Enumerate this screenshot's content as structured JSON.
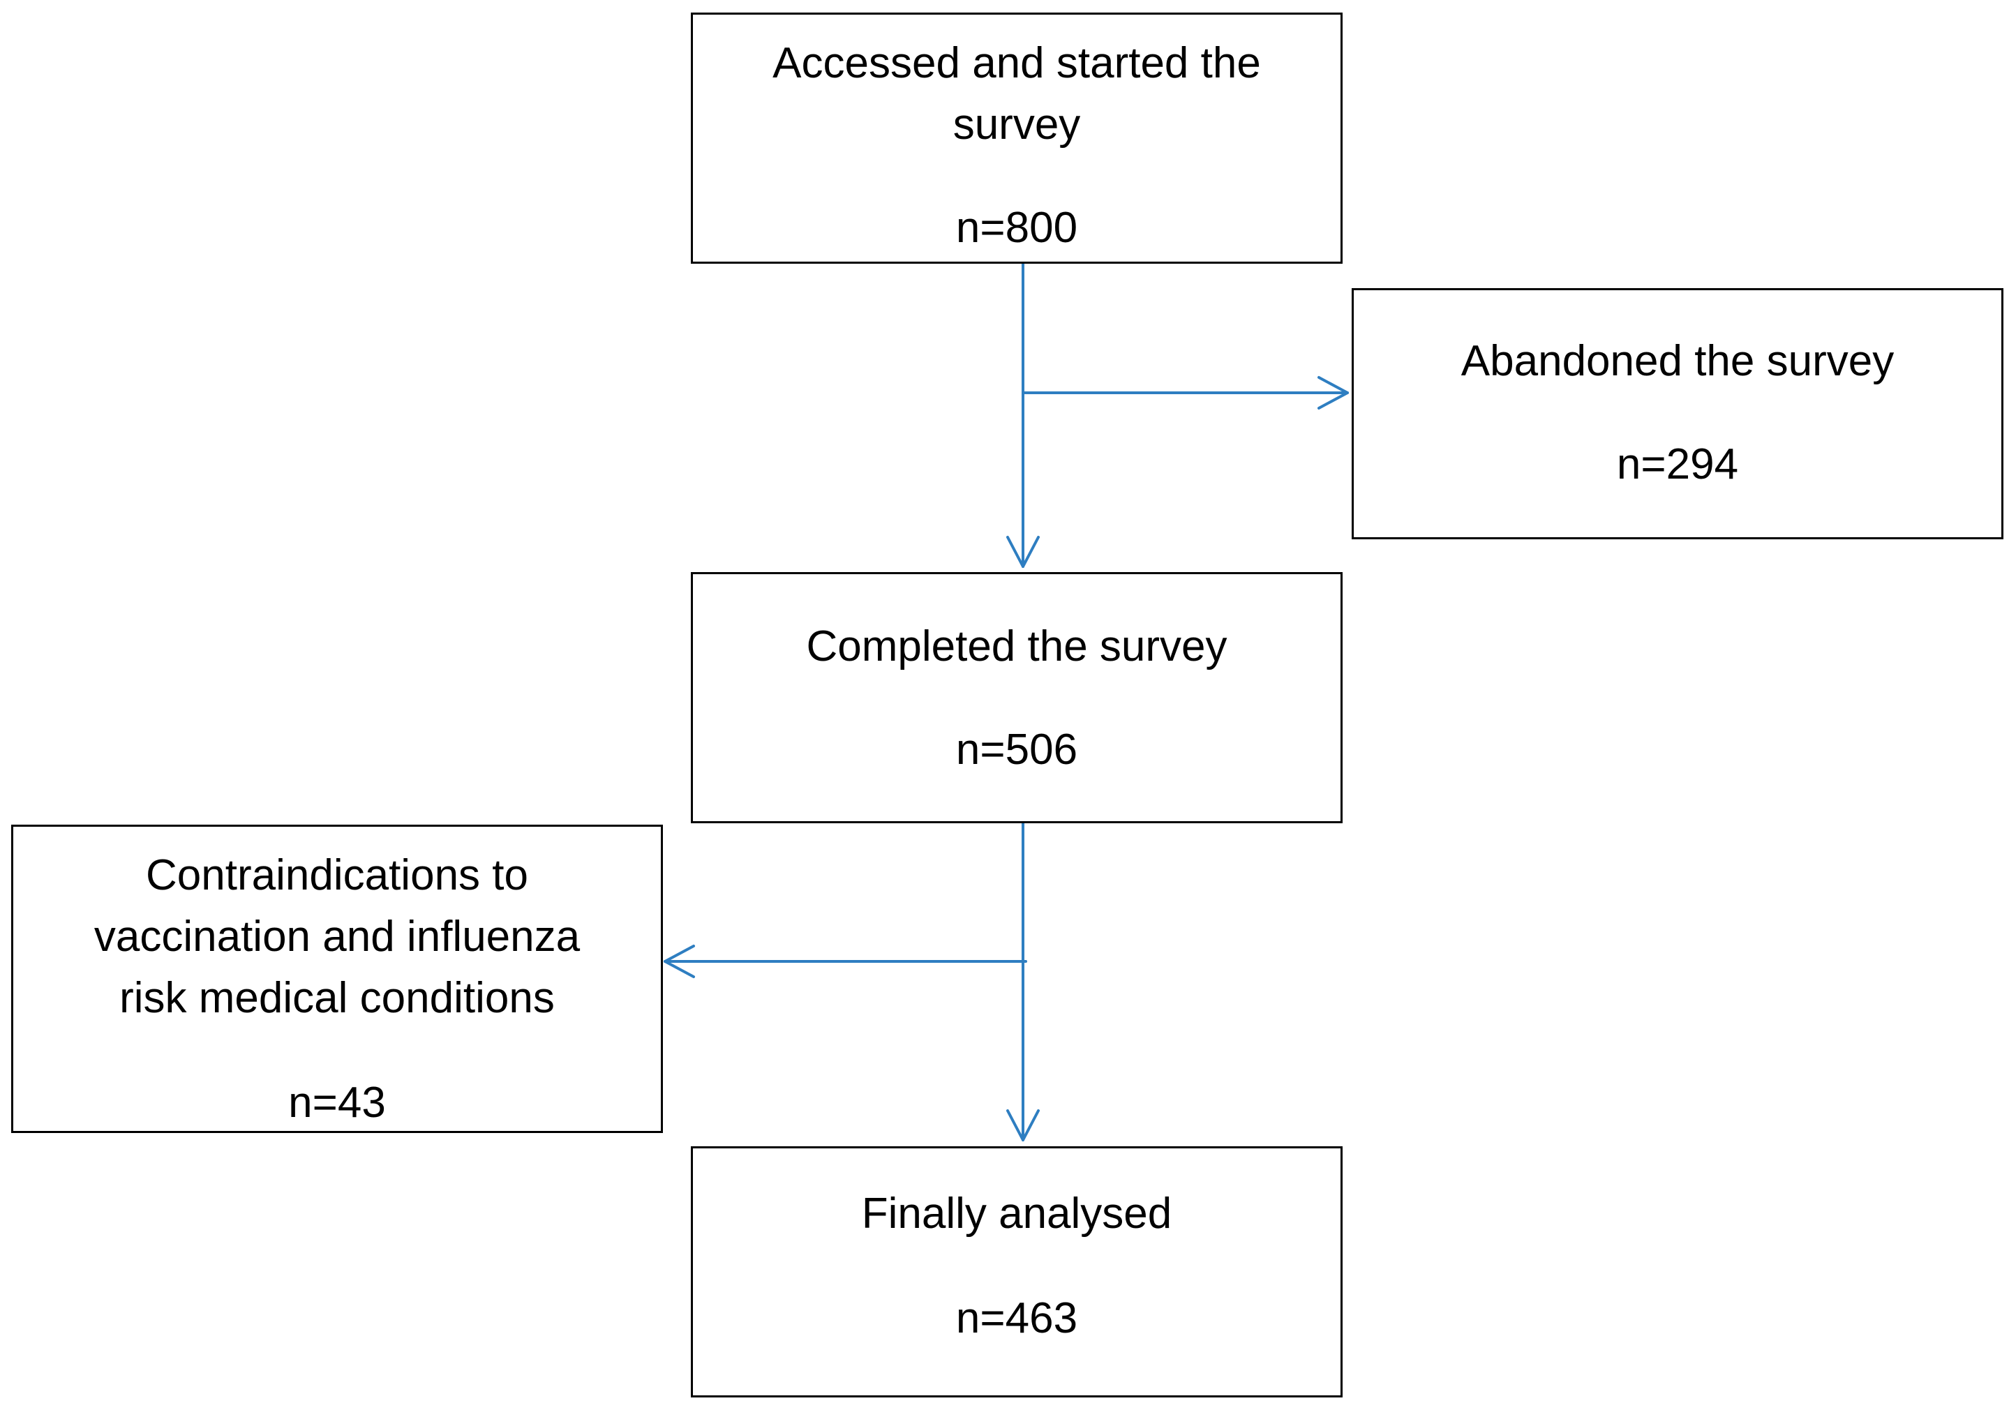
{
  "nodes": {
    "start": {
      "label": "Accessed and started the\nsurvey",
      "count": "n=800"
    },
    "abandon": {
      "label": "Abandoned the survey",
      "count": "n=294"
    },
    "complete": {
      "label": "Completed the survey",
      "count": "n=506"
    },
    "contra": {
      "label": "Contraindications to\nvaccination and influenza\nrisk medical conditions",
      "count": "n=43"
    },
    "final": {
      "label": "Finally analysed",
      "count": "n=463"
    }
  },
  "colors": {
    "arrow": "#2E7EC1",
    "border": "#000000"
  }
}
